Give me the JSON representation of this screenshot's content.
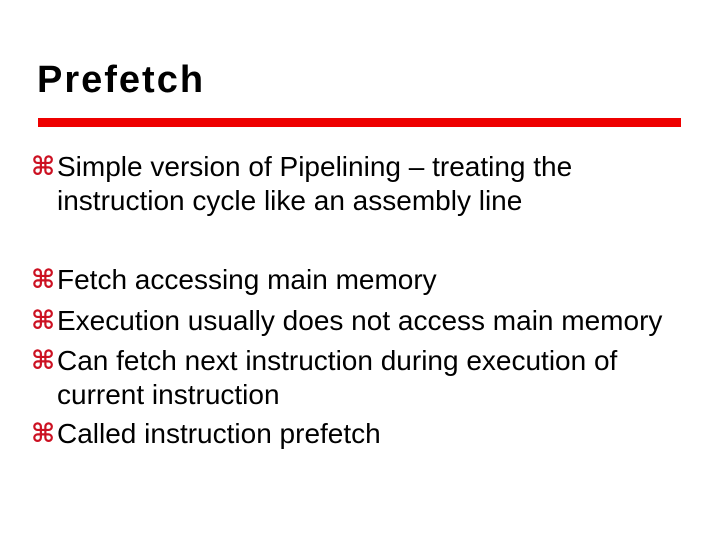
{
  "slide": {
    "title": "Prefetch",
    "accent_line_color": "#ee0000",
    "bullet_color": "#cc1122",
    "bullet_glyph": "⌘",
    "bullets": [
      {
        "lines": [
          "Simple version of Pipelining – treating the",
          "instruction cycle like an assembly line"
        ]
      },
      {
        "lines": [
          "Fetch accessing main memory"
        ]
      },
      {
        "lines": [
          "Execution usually does not access main memory"
        ]
      },
      {
        "lines": [
          "Can fetch next instruction during execution of",
          "current instruction"
        ]
      },
      {
        "lines": [
          "Called instruction prefetch"
        ]
      }
    ]
  }
}
